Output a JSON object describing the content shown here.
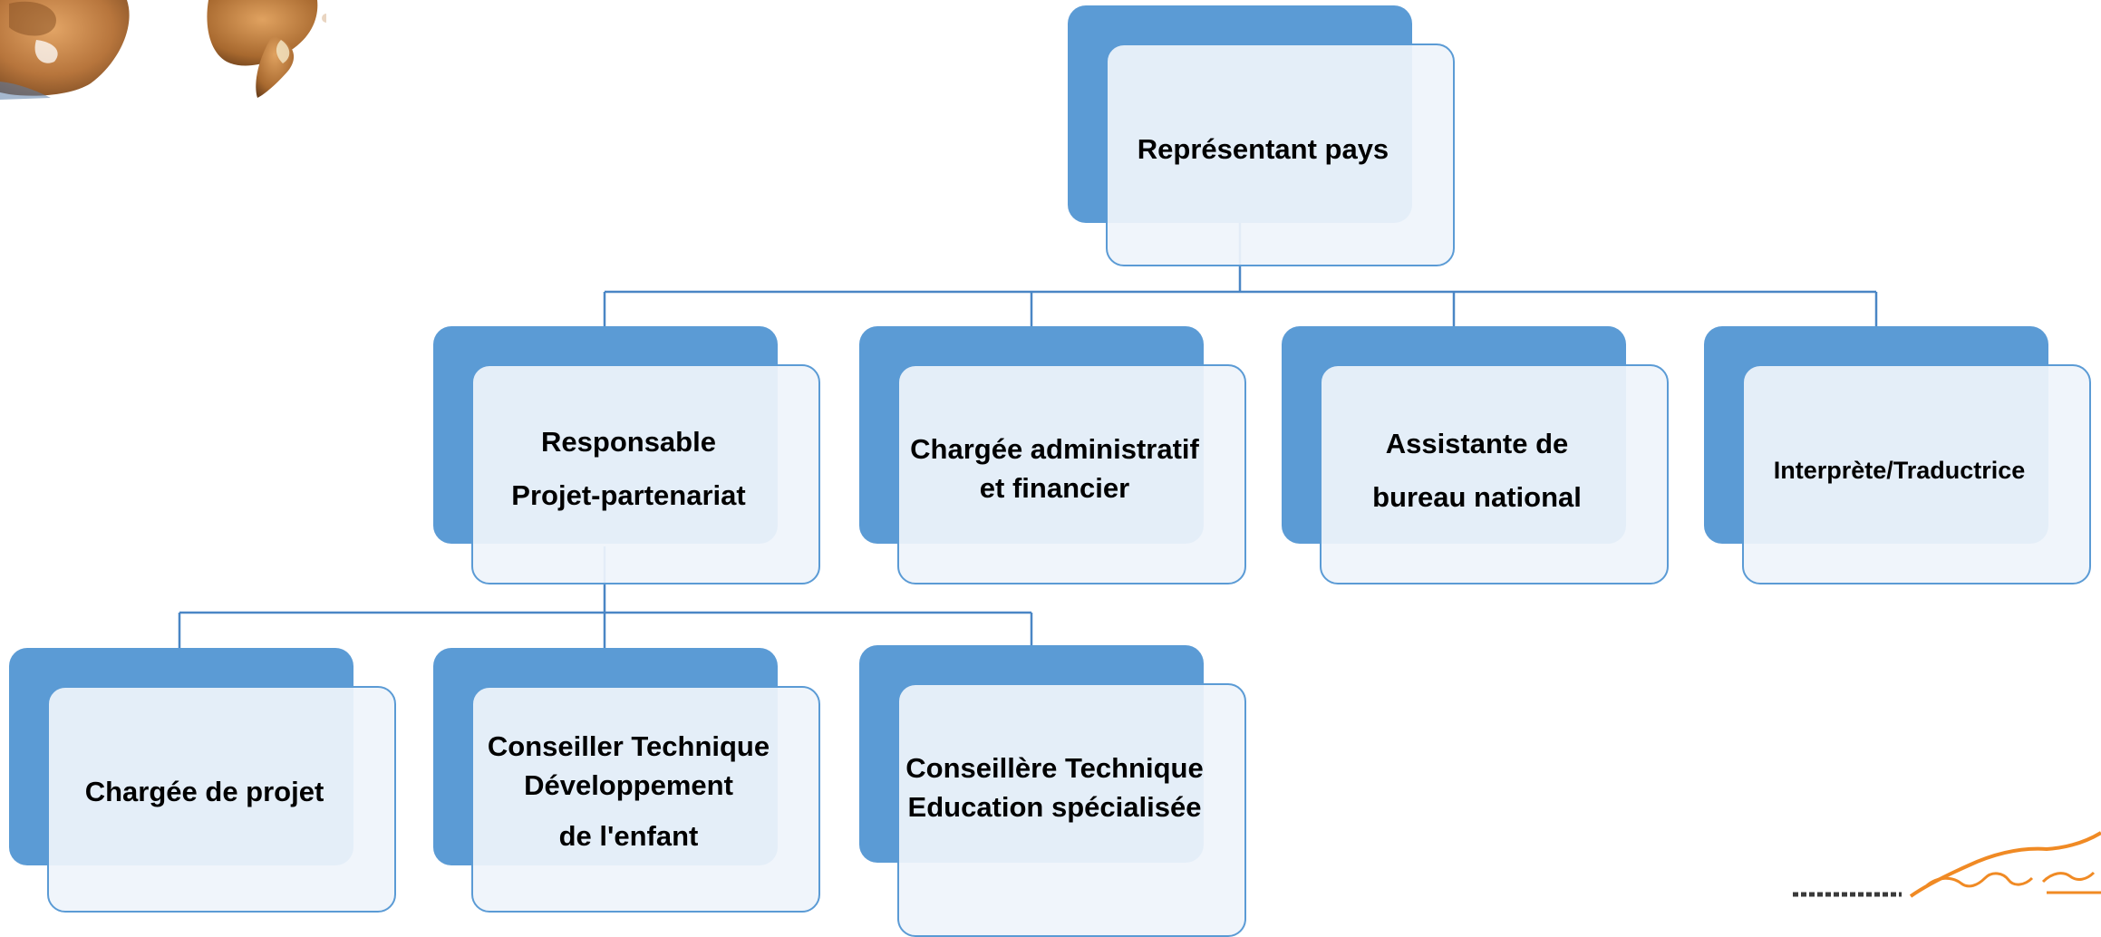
{
  "diagram": {
    "nodes": [
      {
        "id": "representant",
        "lines": [
          "Représentant pays"
        ]
      },
      {
        "id": "responsable",
        "lines": [
          "Responsable",
          "Projet-partenariat"
        ]
      },
      {
        "id": "chargee-admin",
        "lines": [
          "Chargée administratif",
          "et financier"
        ]
      },
      {
        "id": "assistante",
        "lines": [
          "Assistante de",
          "bureau national"
        ]
      },
      {
        "id": "interprete",
        "lines": [
          "Interprète/Traductrice"
        ]
      },
      {
        "id": "chargee-projet",
        "lines": [
          "Chargée de projet"
        ]
      },
      {
        "id": "conseiller-dev",
        "lines": [
          "Conseiller Technique",
          "Développement",
          "de l'enfant"
        ]
      },
      {
        "id": "conseillere-edu",
        "lines": [
          "Conseillère Technique",
          "Education spécialisée"
        ]
      }
    ],
    "edges": [
      {
        "from": "representant",
        "to": "responsable"
      },
      {
        "from": "representant",
        "to": "chargee-admin"
      },
      {
        "from": "representant",
        "to": "assistante"
      },
      {
        "from": "representant",
        "to": "interprete"
      },
      {
        "from": "responsable",
        "to": "chargee-projet"
      },
      {
        "from": "responsable",
        "to": "conseiller-dev"
      },
      {
        "from": "responsable",
        "to": "conseillere-edu"
      }
    ],
    "colors": {
      "box_fill": "#5b9bd5",
      "card_fill": "#eff4fb",
      "card_border": "#5b9bd5",
      "connector": "#4a86c5",
      "text": "#000000"
    }
  }
}
